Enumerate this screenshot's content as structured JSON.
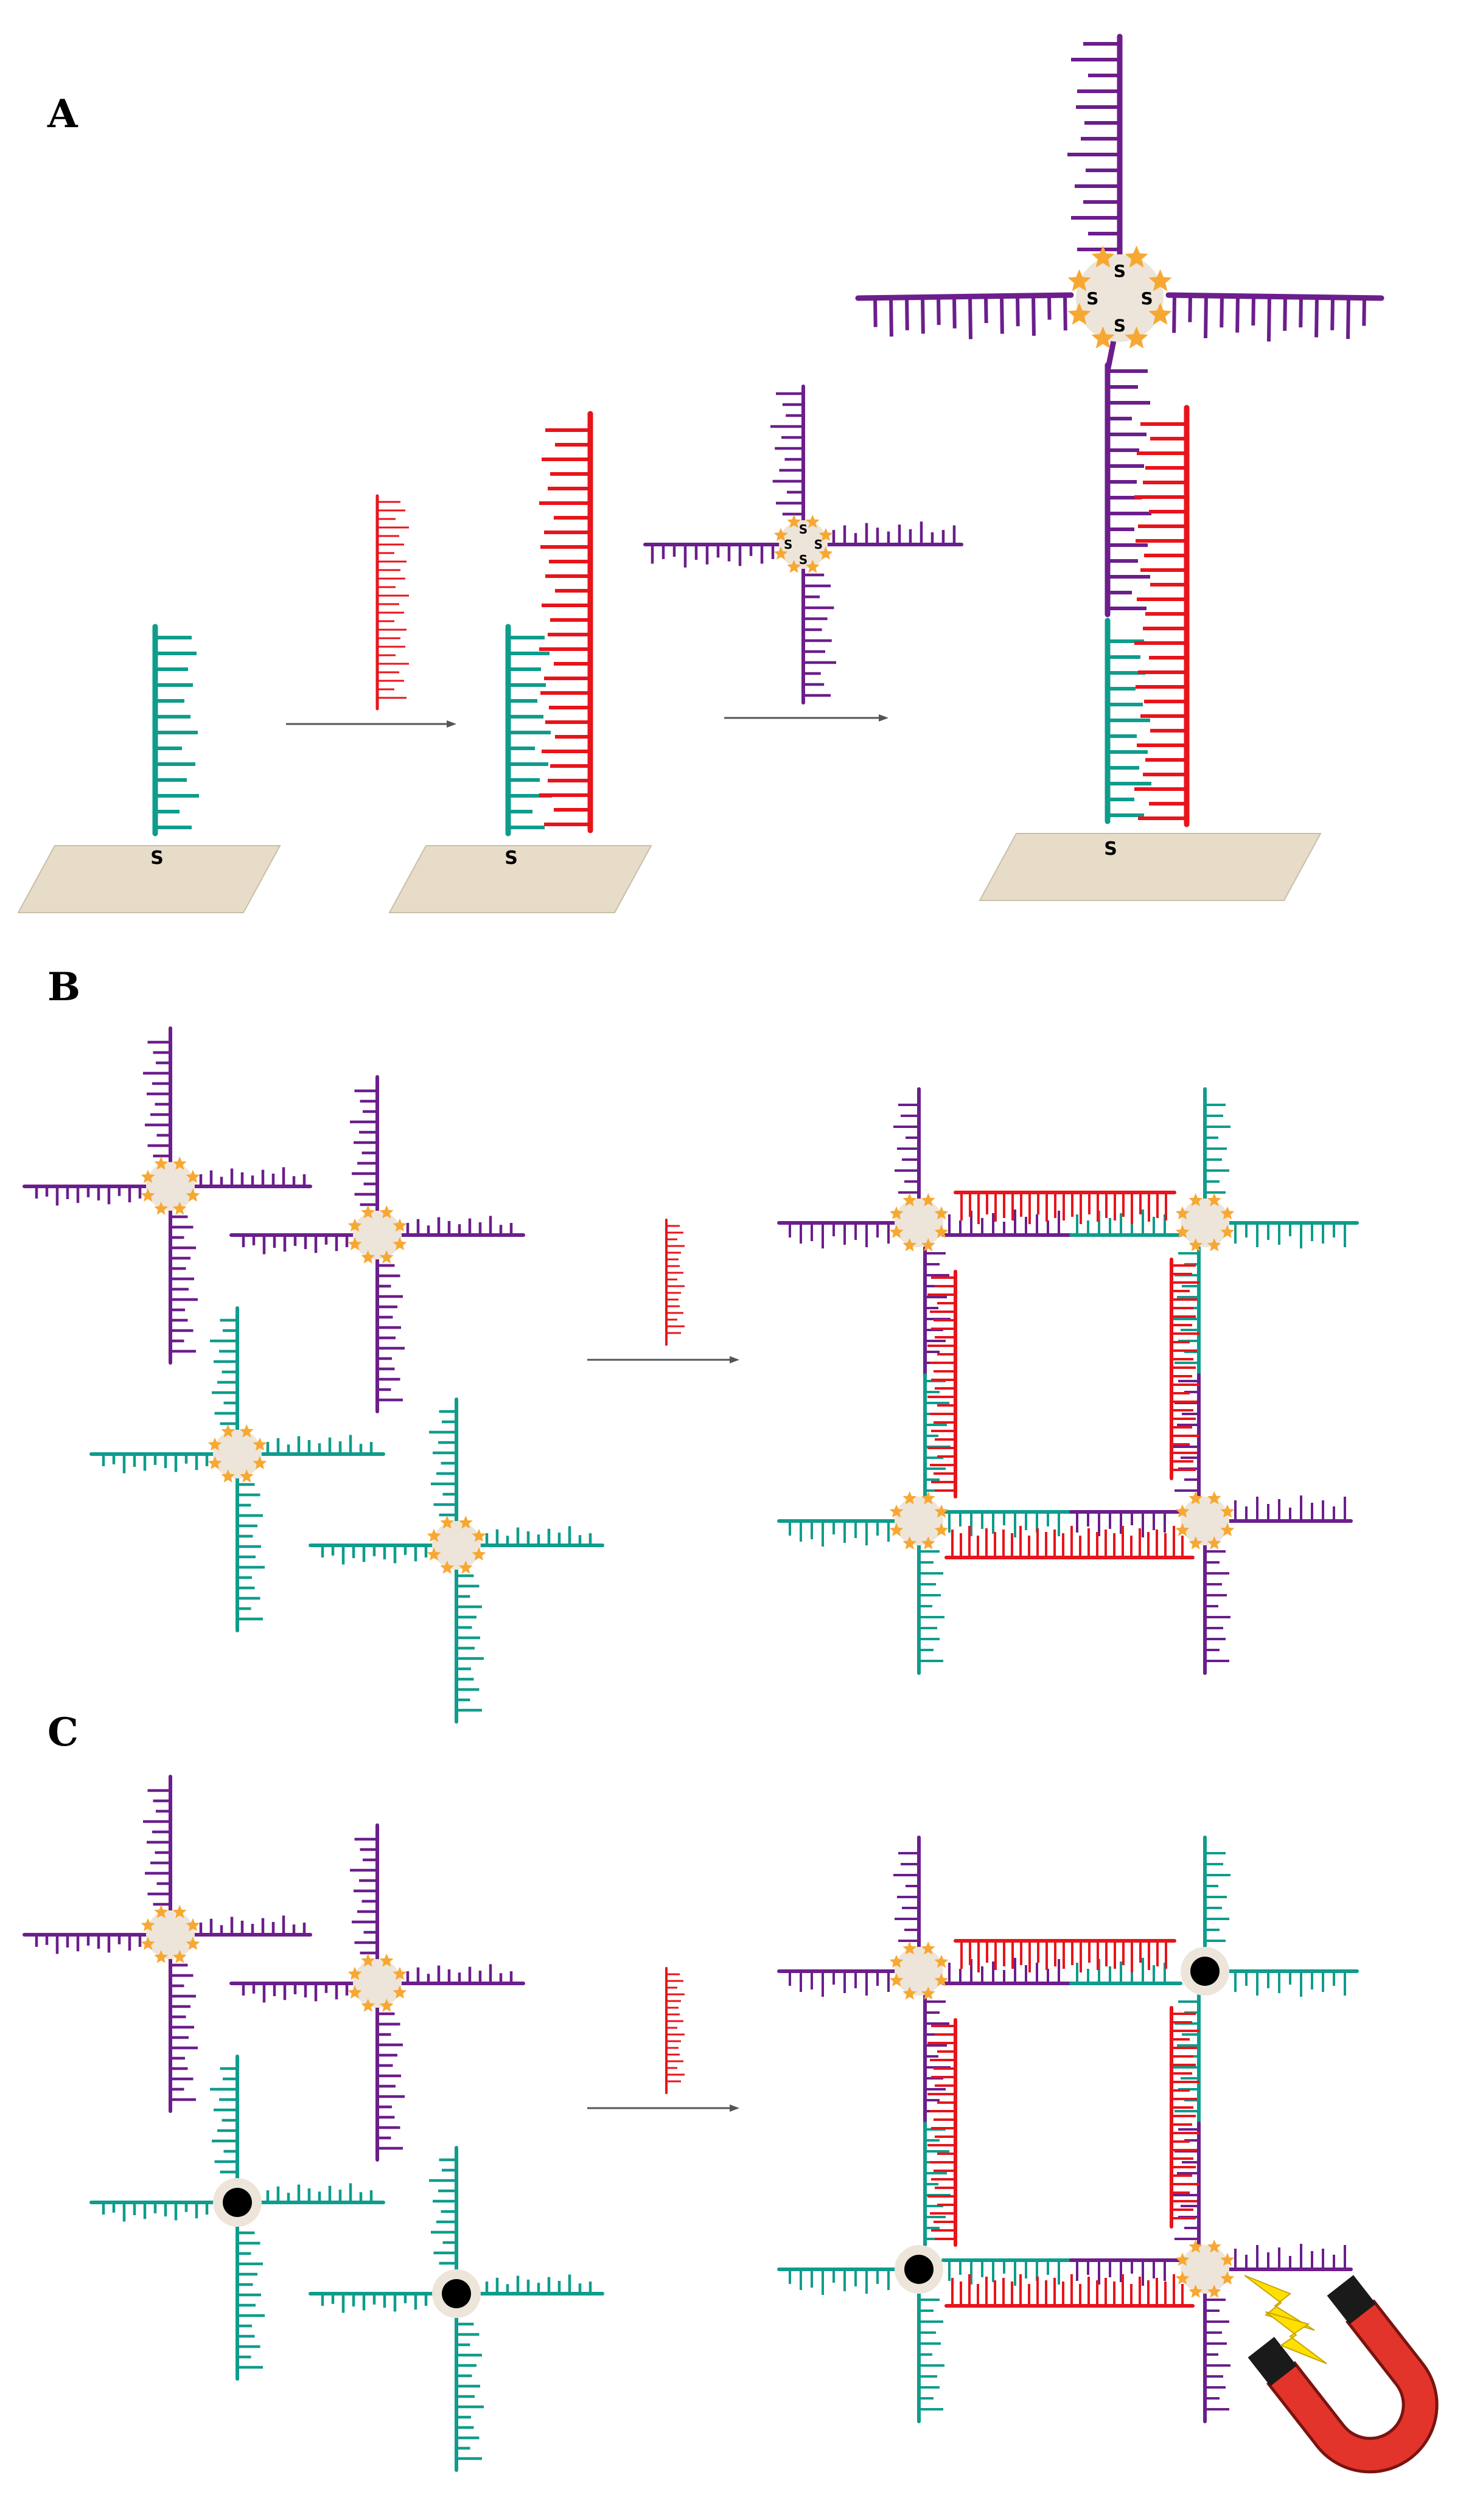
{
  "panels": {
    "a": {
      "label": "A"
    },
    "b": {
      "label": "B"
    },
    "c": {
      "label": "C"
    }
  },
  "thiol_label": "S",
  "colors": {
    "purple": "#6B1E8C",
    "teal": "#0F9C8C",
    "red": "#E8141B",
    "surface": "#E6DCC8",
    "particle": "#EDE5D9",
    "star": "#F7A833",
    "magnet_red": "#E2342A",
    "magnet_black": "#1A1A1A",
    "bolt": "#FFE000",
    "arrow": "#555555"
  }
}
